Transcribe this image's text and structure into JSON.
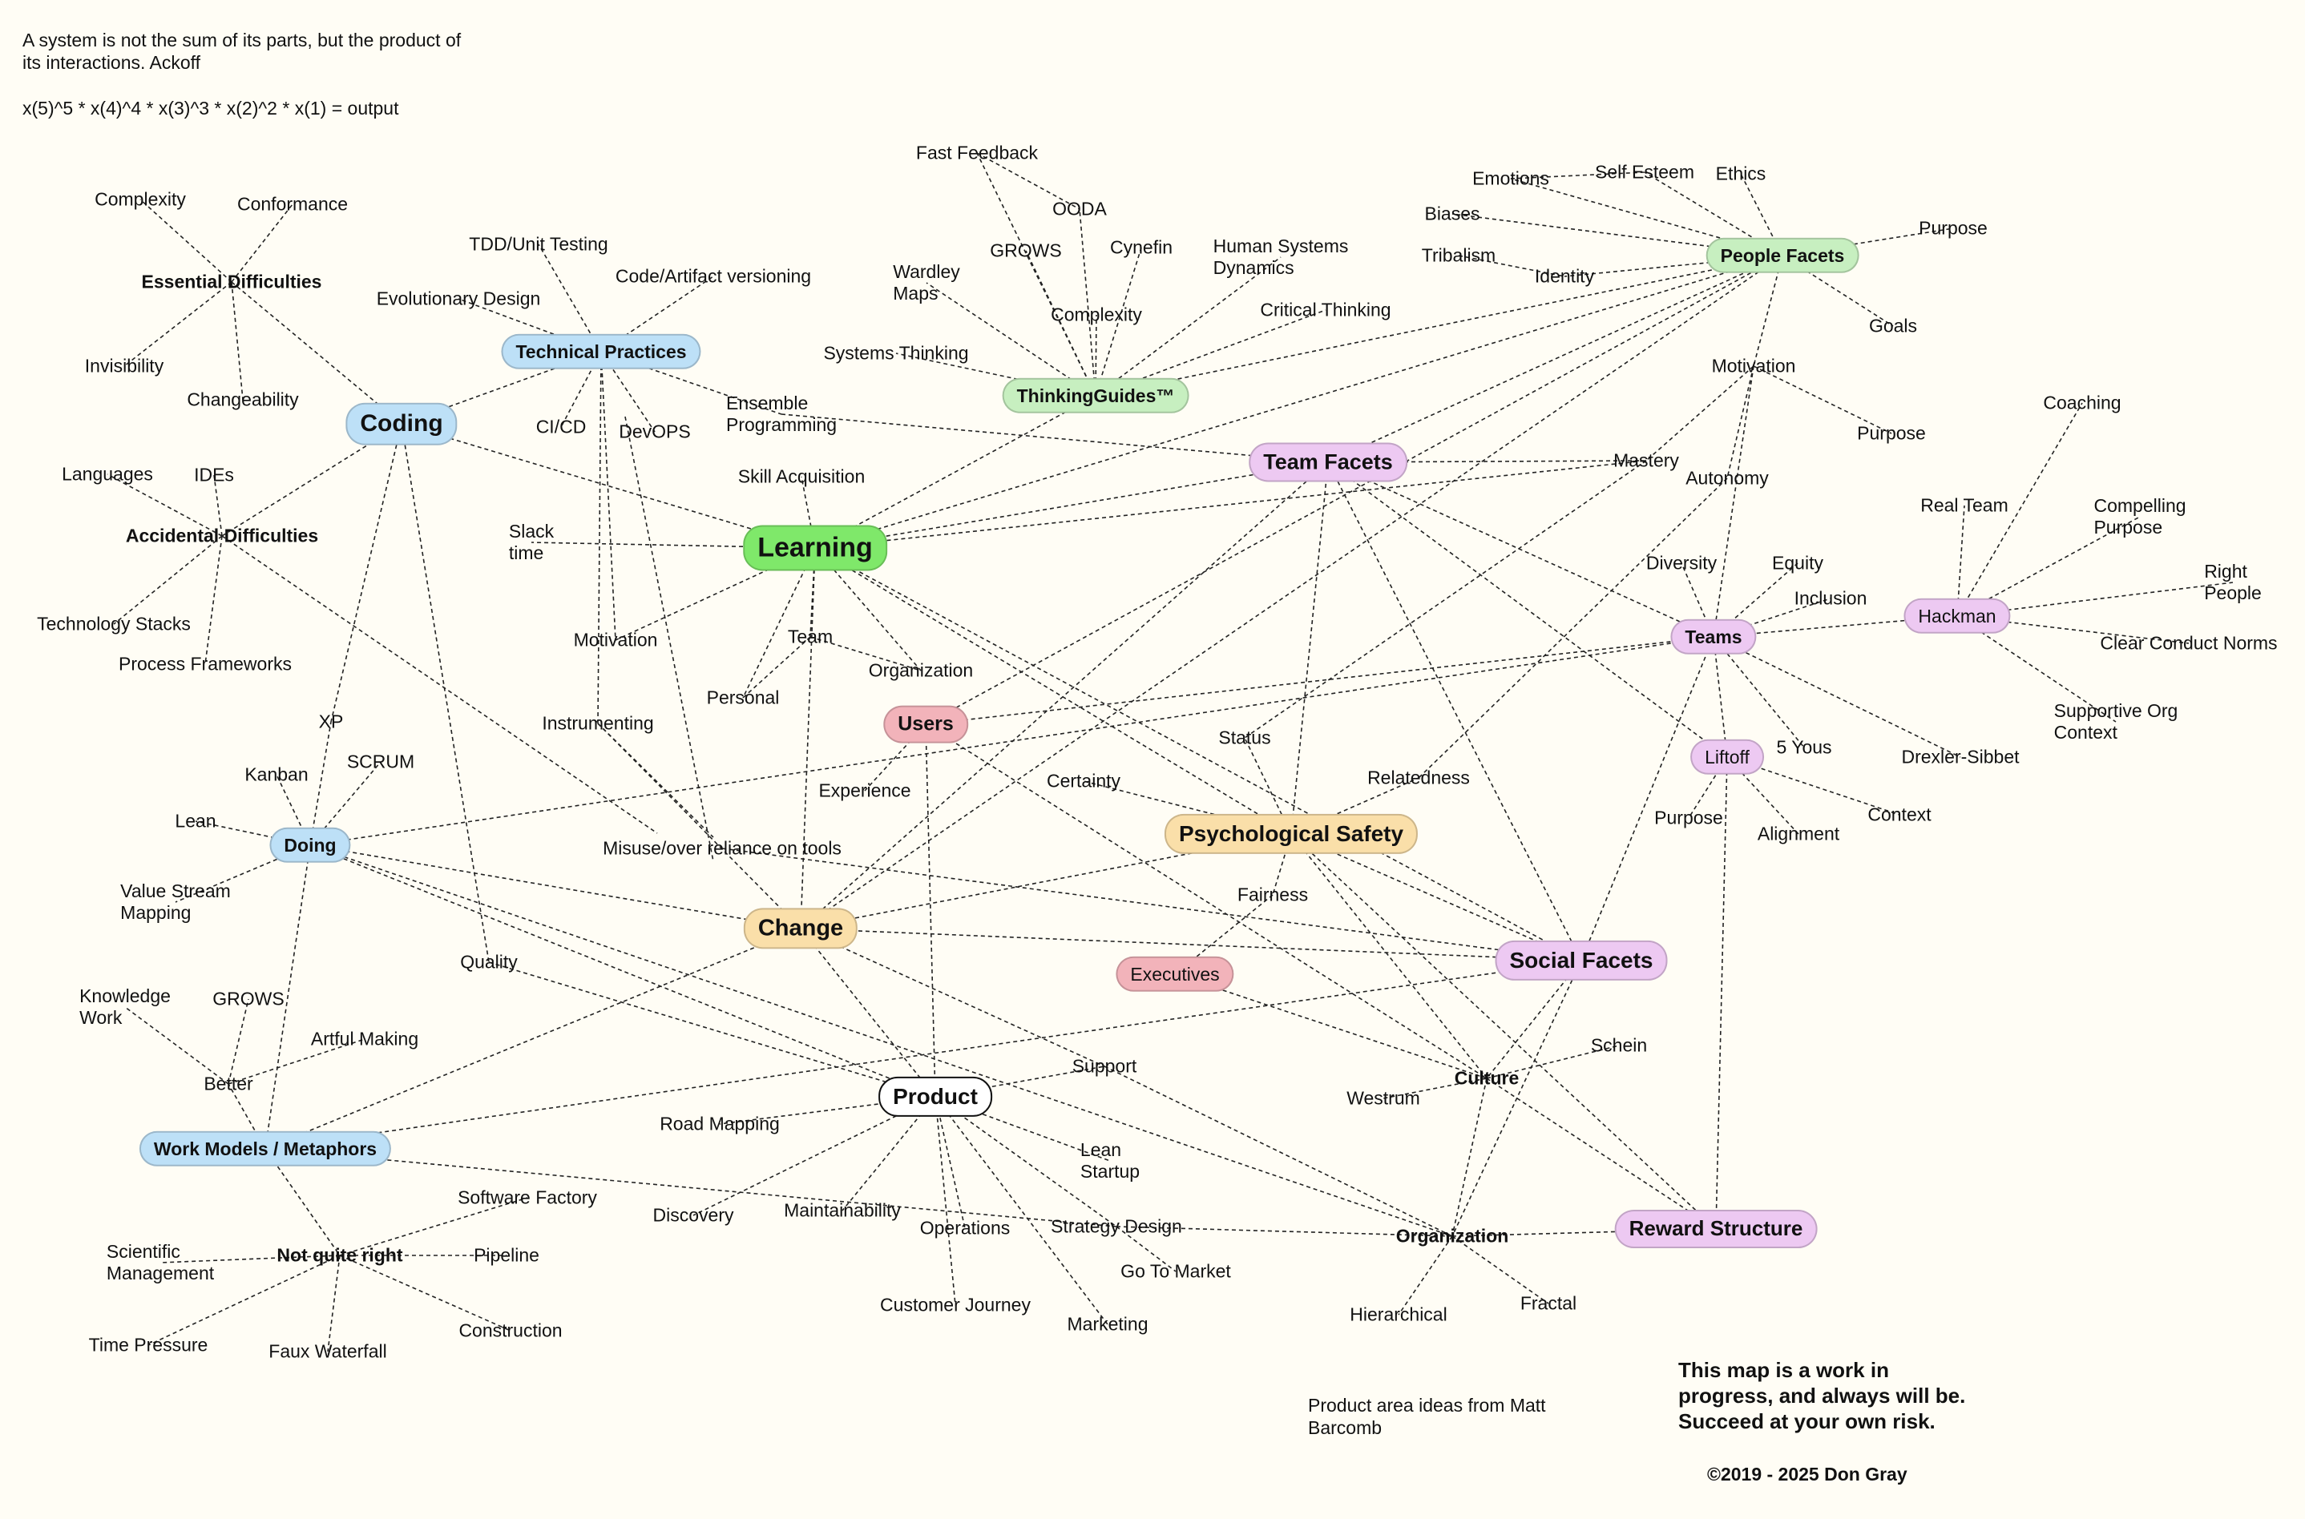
{
  "quote": "A system is not the sum of its parts, but the product of\nits interactions. Ackoff",
  "formula": "x(5)^5 * x(4)^4 * x(3)^3 * x(2)^2 * x(1) = output",
  "note_product": "Product area ideas from Matt\nBarcomb",
  "note_wip": "This map is a work in\nprogress, and always will be.\nSucceed at your own risk.",
  "copyright": "©2019 - 2025 Don Gray",
  "colors": {
    "background": "#fffdf5",
    "blue": "#bde0f7",
    "green_bright": "#7fe86a",
    "green_light": "#c7efc0",
    "purple": "#edc9f2",
    "orange": "#fadfa9",
    "red": "#f2b3ba",
    "white": "#ffffff",
    "line": "#222222"
  },
  "nodes": {
    "coding": "Coding",
    "technical_practices": "Technical Practices",
    "learning": "Learning",
    "thinkingguides": "ThinkingGuides™",
    "people_facets": "People Facets",
    "team_facets": "Team Facets",
    "teams": "Teams",
    "hackman": "Hackman",
    "liftoff": "Liftoff",
    "users": "Users",
    "psych_safety": "Psychological Safety",
    "doing": "Doing",
    "change": "Change",
    "social_facets": "Social Facets",
    "executives": "Executives",
    "product": "Product",
    "work_models": "Work Models / Metaphors",
    "reward_structure": "Reward Structure",
    "essential_difficulties": "Essential Difficulties",
    "accidental_difficulties": "Accidental Difficulties",
    "not_quite_right": "Not quite right",
    "culture": "Culture",
    "organization": "Organization",
    "complexity_ed": "Complexity",
    "conformance": "Conformance",
    "invisibility": "Invisibility",
    "changeability": "Changeability",
    "languages": "Languages",
    "ides": "IDEs",
    "technology_stacks": "Technology Stacks",
    "process_frameworks": "Process Frameworks",
    "tdd": "TDD/Unit Testing",
    "code_versioning": "Code/Artifact versioning",
    "evolutionary_design": "Evolutionary Design",
    "cicd": "CI/CD",
    "devops": "DevOPS",
    "ensemble": "Ensemble\nProgramming",
    "slack_time": "Slack\ntime",
    "motivation_learning": "Motivation",
    "instrumenting": "Instrumenting",
    "skill_acquisition": "Skill Acquisition",
    "team_learning": "Team",
    "personal": "Personal",
    "organization_learning": "Organization",
    "experience": "Experience",
    "misuse_tools": "Misuse/over reliance on tools",
    "xp": "XP",
    "kanban": "Kanban",
    "scrum": "SCRUM",
    "lean": "Lean",
    "value_stream": "Value Stream\nMapping",
    "quality": "Quality",
    "knowledge_work": "Knowledge\nWork",
    "grows_work": "GROWS",
    "artful_making": "Artful Making",
    "better": "Better",
    "scientific_mgmt": "Scientific\nManagement",
    "software_factory": "Software Factory",
    "pipeline": "Pipeline",
    "construction": "Construction",
    "time_pressure": "Time Pressure",
    "faux_waterfall": "Faux Waterfall",
    "fast_feedback": "Fast Feedback",
    "ooda": "OODA",
    "grows_tg": "GROWS",
    "cynefin": "Cynefin",
    "human_systems": "Human Systems\nDynamics",
    "wardley": "Wardley\nMaps",
    "complexity_tg": "Complexity",
    "critical_thinking": "Critical Thinking",
    "systems_thinking": "Systems Thinking",
    "emotions": "Emotions",
    "self_esteem": "Self Esteem",
    "ethics": "Ethics",
    "biases": "Biases",
    "purpose_pf": "Purpose",
    "tribalism": "Tribalism",
    "identity": "Identity",
    "goals": "Goals",
    "motivation_pf": "Motivation",
    "purpose_mot": "Purpose",
    "mastery": "Mastery",
    "autonomy": "Autonomy",
    "coaching": "Coaching",
    "real_team": "Real Team",
    "compelling_purpose": "Compelling\nPurpose",
    "right_people": "Right\nPeople",
    "clear_conduct": "Clear Conduct Norms",
    "supportive_org": "Supportive Org\nContext",
    "diversity": "Diversity",
    "equity": "Equity",
    "inclusion": "Inclusion",
    "five_yous": "5 Yous",
    "drexler": "Drexler-Sibbet",
    "purpose_lo": "Purpose",
    "alignment": "Alignment",
    "context": "Context",
    "status": "Status",
    "certainty": "Certainty",
    "relatedness": "Relatedness",
    "fairness": "Fairness",
    "schein": "Schein",
    "westrum": "Westrum",
    "support": "Support",
    "road_mapping": "Road Mapping",
    "lean_startup": "Lean\nStartup",
    "discovery": "Discovery",
    "maintainability": "Maintainability",
    "operations": "Operations",
    "strategy_design": "Strategy Design",
    "go_to_market": "Go To Market",
    "customer_journey": "Customer Journey",
    "marketing": "Marketing",
    "hierarchical": "Hierarchical",
    "fractal": "Fractal"
  }
}
